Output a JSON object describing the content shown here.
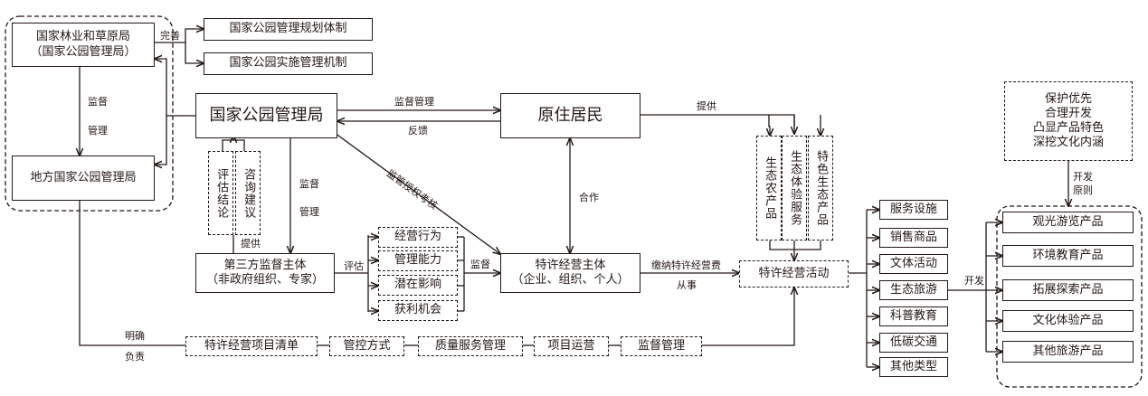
{
  "nodes": {
    "forestry_bureau": [
      "国家林业和草原局",
      "（国家公园管理局）"
    ],
    "local_park_admin": "地方国家公园管理局",
    "plan_system": "国家公园管理规划体制",
    "impl_mechanism": "国家公园实施管理机制",
    "national_park_admin": "国家公园管理局",
    "residents": "原住居民",
    "third_party": [
      "第三方监督主体",
      "（非政府组织、专家）"
    ],
    "concession_subject": [
      "特许经营主体",
      "（企业、组织、个人）"
    ],
    "concession_activity": "特许经营活动",
    "eval_conclusion": "评估结论",
    "consult_advice": "咨询建议",
    "eval_items": [
      "经营行为",
      "管理能力",
      "潜在影响",
      "获利机会"
    ],
    "resident_products": [
      "生态农产品",
      "生态体验服务",
      "特色生态产品"
    ],
    "activity_types": [
      "服务设施",
      "销售商品",
      "文体活动",
      "生态旅游",
      "科普教育",
      "低碳交通",
      "其他类型"
    ],
    "tour_products": [
      "观光游览产品",
      "环境教育产品",
      "拓展探索产品",
      "文化体验产品",
      "其他旅游产品"
    ],
    "principles": [
      "保护优先",
      "合理开发",
      "凸显产品特色",
      "深挖文化内涵"
    ],
    "bottom_items": [
      "特许经营项目清单",
      "管控方式",
      "质量服务管理",
      "项目运营",
      "监督管理"
    ]
  },
  "labels": {
    "perfect": "完善",
    "supervise_manage_1": [
      "监督",
      "管理"
    ],
    "supervise_manage_2": [
      "监督",
      "管理"
    ],
    "supervise_manage_h": "监督管理",
    "feedback": "反馈",
    "provide_top": "提供",
    "supervise_auth": "监管授权考核",
    "cooperate": "合作",
    "provide_left": "提供",
    "evaluate": "评估",
    "supervise": "监督",
    "pay_fee": "缴纳特许经营费",
    "engage": "从事",
    "develop": "开发",
    "dev_principle": [
      "开发",
      "原则"
    ],
    "clarify_resp": [
      "明确",
      "负责"
    ]
  }
}
